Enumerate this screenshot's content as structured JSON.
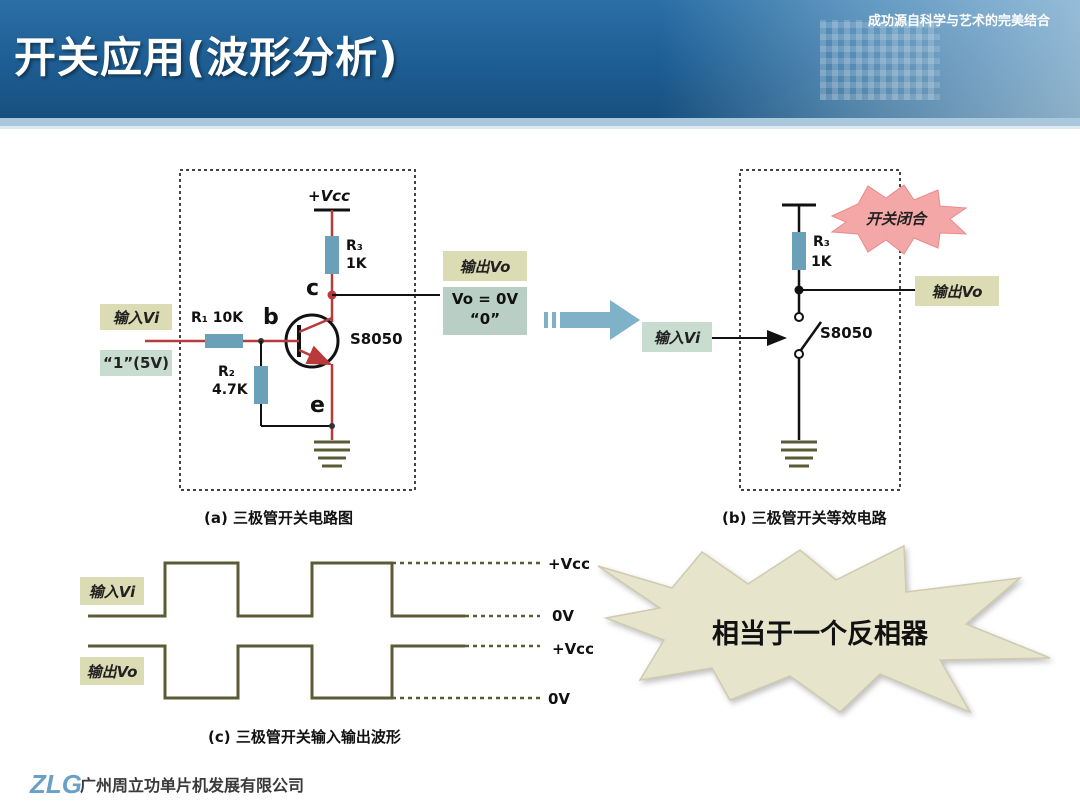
{
  "header": {
    "title": "开关应用(波形分析)",
    "slogan": "成功源自科学与艺术的完美结合"
  },
  "circuit_a": {
    "vcc": "+Vcc",
    "r3": "R₃",
    "r3_value": "1K",
    "collector": "c",
    "base": "b",
    "emitter": "e",
    "r1": "R₁ 10K",
    "r2": "R₂",
    "r2_value": "4.7K",
    "transistor": "S8050",
    "input_label": "输入Vi",
    "input_value": "“1”(5V)",
    "output_label": "输出Vo",
    "output_value_line1": "Vo = 0V",
    "output_value_line2": "“0”",
    "caption": "(a) 三极管开关电路图"
  },
  "circuit_b": {
    "r3": "R₃",
    "r3_value": "1K",
    "switch_label": "S8050",
    "output_label": "输出Vo",
    "input_label": "输入Vi",
    "burst_text": "开关闭合",
    "caption": "(b) 三极管开关等效电路"
  },
  "waveform": {
    "input_label": "输入Vi",
    "output_label": "输出Vo",
    "vcc_label_1": "+Vcc",
    "zero_label_1": "0V",
    "vcc_label_2": "+Vcc",
    "zero_label_2": "0V",
    "caption": "(c) 三极管开关输入输出波形"
  },
  "callout": {
    "text": "相当于一个反相器"
  },
  "footer": {
    "logo": "ZLG",
    "company": "广州周立功单片机发展有限公司"
  },
  "colors": {
    "header_blue": "#1d5d93",
    "wire_red": "#b83a3a",
    "resistor_blue": "#6aa0b8",
    "tag_khaki": "#dcdcb4",
    "waveform_olive": "#5b5b36"
  }
}
